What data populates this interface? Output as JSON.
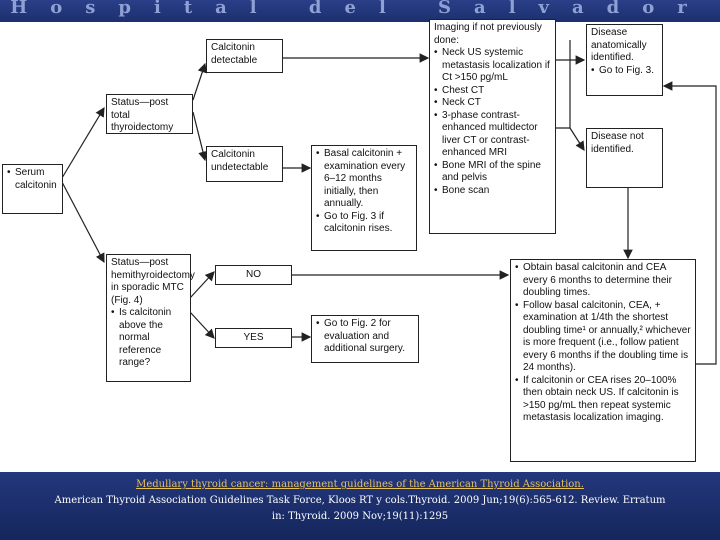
{
  "header": {
    "title": "Hospital del Salvador"
  },
  "flowchart": {
    "serum_calcitonin": "Serum calcitonin",
    "status_post_total": "Status—post total thyroidectomy",
    "calcitonin_detectable": "Calcitonin detectable",
    "calcitonin_undetectable": "Calcitonin undetectable",
    "basal_calcitonin_items": [
      "Basal calcitonin + examination every 6–12 months initially, then annually.",
      "Go to Fig. 3 if calcitonin rises."
    ],
    "imaging_title": "Imaging if not previously done:",
    "imaging_items": [
      "Neck US systemic metastasis localization if Ct >150 pg/mL",
      "Chest CT",
      "Neck CT",
      "3-phase contrast-enhanced multidector liver CT or contrast-enhanced MRI",
      "Bone MRI of the spine and pelvis",
      "Bone scan"
    ],
    "disease_identified_title": "Disease anatomically identified.",
    "disease_identified_items": [
      "Go to Fig. 3."
    ],
    "disease_not_identified": "Disease not identified.",
    "status_post_hemi_title": "Status—post hemithyroidectomy in sporadic MTC (Fig. 4)",
    "status_post_hemi_items": [
      "Is calcitonin above the normal reference range?"
    ],
    "no_label": "NO",
    "yes_label": "YES",
    "fig2_items": [
      "Go to Fig. 2 for evaluation and additional surgery."
    ],
    "obtain_items": [
      "Obtain basal calcitonin and CEA every 6 months to determine their doubling times.",
      "Follow basal calcitonin, CEA, + examination at 1/4th the shortest doubling time¹ or annually,² whichever is more frequent (i.e., follow patient every 6 months if the doubling time is 24 months).",
      "If calcitonin or CEA rises 20–100% then obtain neck US. If calcitonin is >150 pg/mL then repeat systemic metastasis localization imaging."
    ]
  },
  "footer": {
    "link_text": "Medullary thyroid cancer: management guidelines of the American Thyroid Association.",
    "line1": "American Thyroid Association Guidelines Task Force, Kloos RT y cols.Thyroid. 2009 Jun;19(6):565-612. Review. Erratum",
    "line2": "in: Thyroid. 2009 Nov;19(11):1295"
  }
}
